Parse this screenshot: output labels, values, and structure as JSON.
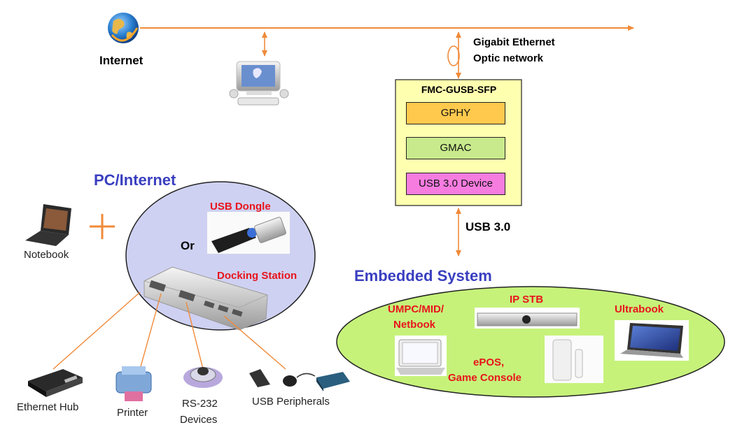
{
  "internet": {
    "label": "Internet"
  },
  "uplink": {
    "line1": "Gigabit Ethernet",
    "line2": "Optic network"
  },
  "board": {
    "title": "FMC-GUSB-SFP",
    "modules": [
      {
        "label": "GPHY",
        "color": "#ffc94d"
      },
      {
        "label": "GMAC",
        "color": "#c8ea8c"
      },
      {
        "label": "USB 3.0 Device",
        "color": "#f77ce0"
      }
    ],
    "fill": "#ffffb0"
  },
  "usb_link": {
    "label": "USB 3.0"
  },
  "pc_section": {
    "title": "PC/Internet",
    "notebook_label": "Notebook",
    "or_label": "Or",
    "dongle_label": "USB Dongle",
    "docking_label": "Docking Station",
    "ellipse_color": "#cfd1f2"
  },
  "peripherals": [
    {
      "label": "Ethernet Hub"
    },
    {
      "label": "Printer"
    },
    {
      "label": "RS-232 Devices",
      "line1": "RS-232",
      "line2": "Devices"
    },
    {
      "label": "USB Peripherals"
    }
  ],
  "embedded": {
    "title": "Embedded System",
    "ellipse_color": "#c6f27a",
    "umpc_line1": "UMPC/MID/",
    "umpc_line2": "Netbook",
    "ipstb": "IP STB",
    "ultrabook": "Ultrabook",
    "epos_line1": "ePOS,",
    "epos_line2": "Game Console"
  },
  "colors": {
    "connector": "#f08a3a",
    "accent_blue": "#3a3fc0",
    "label_red": "#e8141c"
  }
}
